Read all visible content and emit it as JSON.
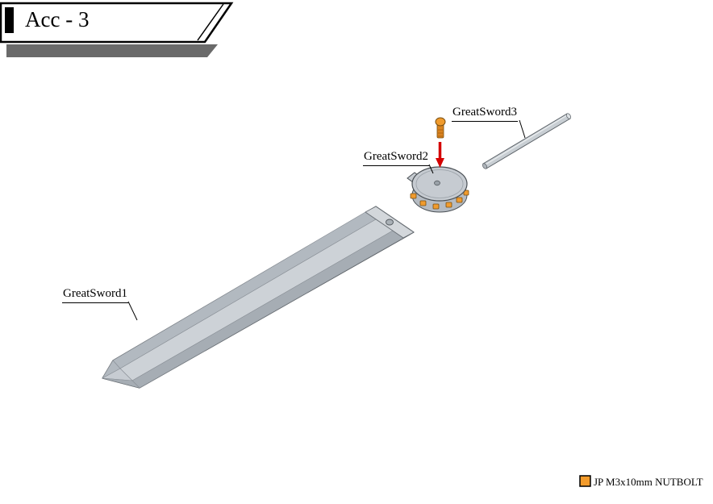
{
  "title": {
    "text": "Acc - 3"
  },
  "parts": [
    {
      "id": "greatsword1",
      "label": "GreatSword1"
    },
    {
      "id": "greatsword2",
      "label": "GreatSword2"
    },
    {
      "id": "greatsword3",
      "label": "GreatSword3"
    }
  ],
  "legend": {
    "label": "JP M3x10mm NUTBOLT",
    "swatch_color": "#F39B2B"
  },
  "colors": {
    "part_gray": "#C6CBD1",
    "part_gray_dark": "#A6ADB4",
    "nutbolt_orange": "#F09B2D",
    "arrow_red": "#D40000",
    "banner_shadow": "#6A6A6A",
    "outline": "#000000"
  }
}
